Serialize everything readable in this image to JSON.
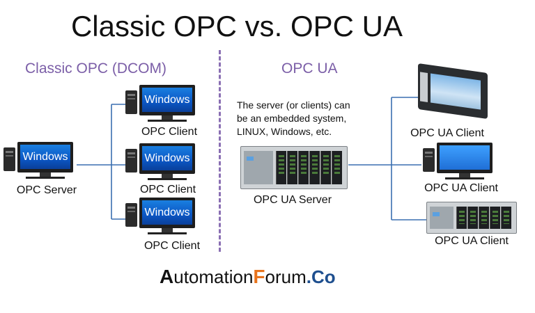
{
  "title": "Classic OPC vs. OPC UA",
  "left_section": {
    "heading": "Classic OPC (DCOM)",
    "server_label": "OPC Server",
    "client_label": "OPC Client",
    "screen_text": "Windows",
    "clients": [
      {
        "label": "OPC Client",
        "screen": "Windows"
      },
      {
        "label": "OPC Client",
        "screen": "Windows"
      },
      {
        "label": "OPC Client",
        "screen": "Windows"
      }
    ]
  },
  "right_section": {
    "heading": "OPC UA",
    "description": [
      "The server (or clients) can",
      "be an embedded system,",
      "LINUX, Windows,  etc."
    ],
    "server_label": "OPC UA Server",
    "clients": [
      {
        "label": "OPC UA Client",
        "device": "touch-panel"
      },
      {
        "label": "OPC UA Client",
        "device": "desktop-pc"
      },
      {
        "label": "OPC UA Client",
        "device": "controller"
      }
    ]
  },
  "branding": {
    "part1_initial": "A",
    "part1_rest": "utomation",
    "part2_initial": "F",
    "part2_rest": "orum",
    "part3": ".Co"
  },
  "colors": {
    "accent": "#7b5ea7",
    "wire": "#3a6fb0",
    "brand_orange": "#e8731c",
    "brand_blue": "#1e4f8f"
  }
}
